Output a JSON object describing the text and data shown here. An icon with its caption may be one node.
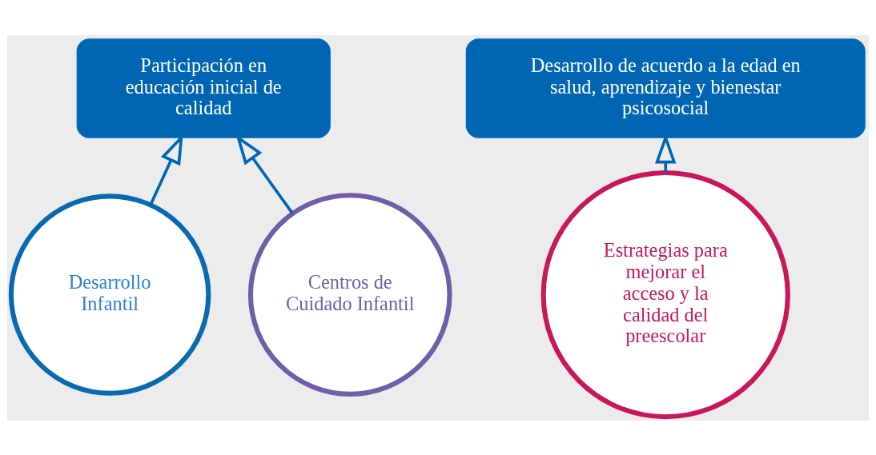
{
  "diagram": {
    "nodes": [
      {
        "text": [
          "Participación en educación inicial de calidad"
        ]
      },
      {
        "text": [
          "Desarrollo de acuerdo a la edad en salud, aprendizaje y bienestar psicosocial"
        ]
      },
      {
        "text": [
          "Desarrollo Infantil"
        ]
      },
      {
        "text": [
          "Centros de Cuidado Infantil"
        ]
      },
      {
        "text": [
          "Estrategias para mejorar el acceso y la calidad del preescolar"
        ]
      }
    ],
    "edges": [
      {
        "from": 2,
        "to": 0,
        "arrow": "to"
      },
      {
        "from": 3,
        "to": 0,
        "arrow": "to"
      },
      {
        "from": 4,
        "to": 1,
        "arrow": "to"
      }
    ]
  }
}
